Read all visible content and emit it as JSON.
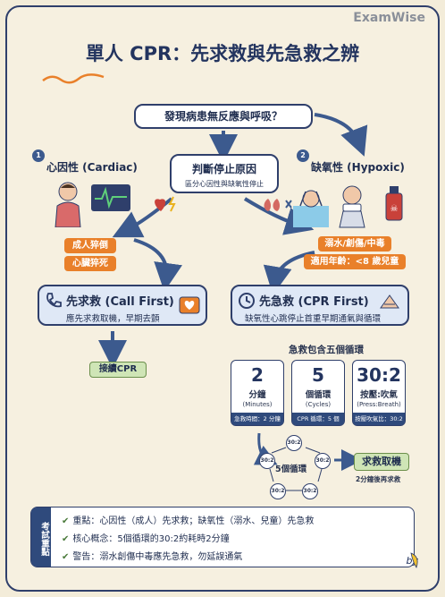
{
  "brand": "ExamWise",
  "title": "單人 CPR：先求救與先急救之辨",
  "question": "發現病患無反應與呼吸？",
  "judge": {
    "title": "判斷停止原因",
    "subtitle": "區分心因性與缺氧性停止"
  },
  "left": {
    "number": "1",
    "category": "心因性 (Cardiac)",
    "tags": [
      "成人猝倒",
      "心臟猝死"
    ],
    "action_title": "先求救 (Call First)",
    "action_desc": "應先求救取機，早期去顫",
    "next_step": "接續CPR"
  },
  "right": {
    "number": "2",
    "category": "缺氧性 (Hypoxic)",
    "tags": [
      "溺水/創傷/中毒",
      "適用年齡：<8 歲兒童"
    ],
    "action_title": "先急救 (CPR First)",
    "action_desc": "缺氧性心跳停止首重早期通氣與循環"
  },
  "cycles": {
    "heading": "急救包含五個循環",
    "cards": [
      {
        "big": "2",
        "label": "分鐘",
        "sub": "(Minutes)",
        "foot": "急救時間：2 分鐘"
      },
      {
        "big": "5",
        "label": "個循環",
        "sub": "(Cycles)",
        "foot": "CPR 循環：5 個"
      },
      {
        "big": "30:2",
        "label": "按壓:吹氣",
        "sub": "(Press:Breath)",
        "foot": "按壓吹氣比：30:2"
      }
    ],
    "node_label": "30:2",
    "loop_label": "5個循環",
    "result": "求救取機",
    "result_note": "2分鐘後再求救"
  },
  "exam": {
    "tab": "考試重點",
    "points": [
      "重點：心因性（成人）先求救；缺氧性（溺水、兒童）先急救",
      "核心概念：5個循環的30:2約耗時2分鐘",
      "警告：溺水創傷中毒應先急救，勿延誤通氣"
    ]
  },
  "signature": "by",
  "colors": {
    "navy": "#2f3f6b",
    "orange": "#e9802a",
    "green": "#cfe5b6",
    "action_bg": "#dfe8f6"
  }
}
